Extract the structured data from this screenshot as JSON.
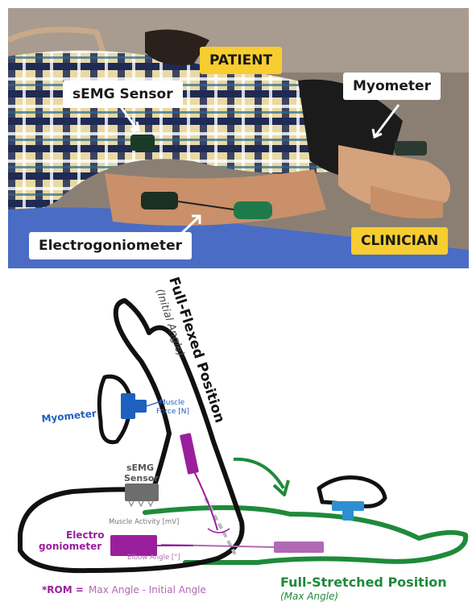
{
  "photo": {
    "labels": {
      "patient": "PATIENT",
      "clinician": "CLINICIAN",
      "semg": "sEMG Sensor",
      "myometer": "Myometer",
      "electrogoniometer": "Electrogoniometer"
    }
  },
  "diagram": {
    "full_flexed_title": "Full-Flexed Position",
    "full_flexed_sub": "(Initial Angle)",
    "full_stretched_title": "Full-Stretched Position",
    "full_stretched_sub": "(Max Angle)",
    "myometer": "Myometer",
    "muscle_force_line1": "Muscle",
    "muscle_force_line2": "Force [N]",
    "semg_line1": "sEMG",
    "semg_line2": "Sensor",
    "muscle_activity": "Muscle Activity [mV]",
    "electro_line1": "Electro",
    "electro_line2": "goniometer",
    "elbow_angle": "Elbow Angle [°]",
    "rom_label": "*ROM =",
    "rom_formula": "Max Angle - Initial Angle"
  },
  "colors": {
    "yellow_label": "#f7cd2f",
    "black_arm": "#111111",
    "green_arm": "#1f8a3a",
    "purple": "#9a1f9c",
    "blue": "#1f5fbf",
    "gray_sensor": "#6d6d6d"
  }
}
